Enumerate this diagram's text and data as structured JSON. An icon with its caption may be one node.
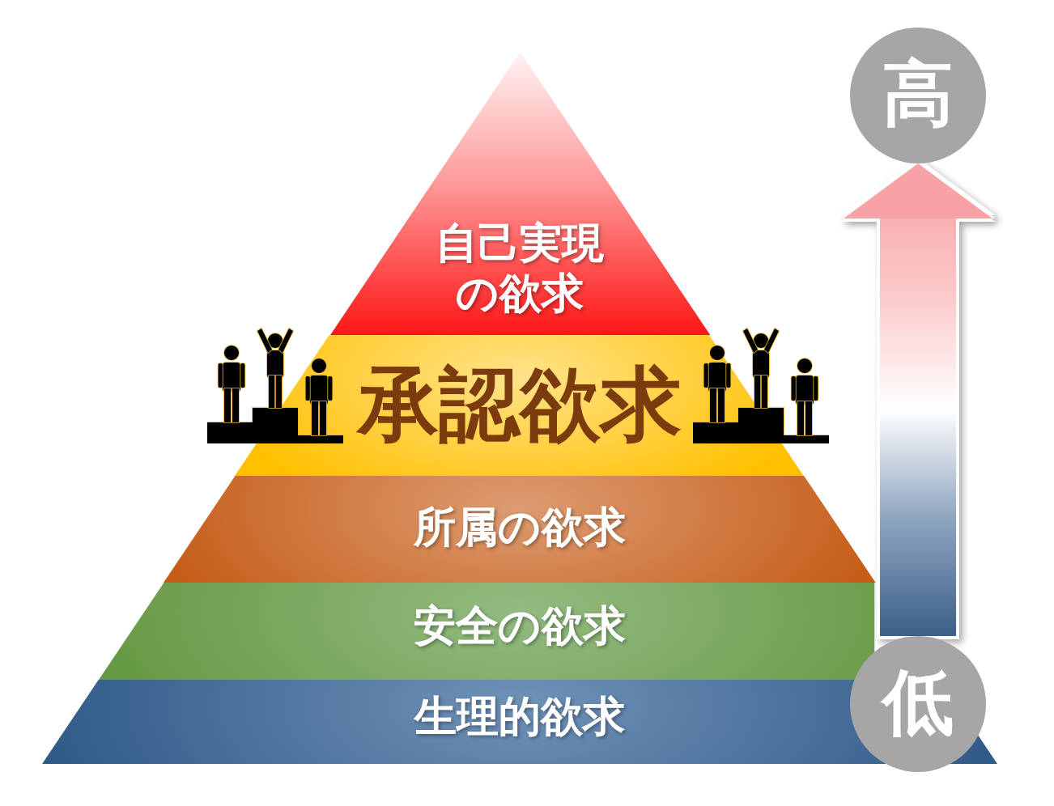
{
  "diagram": {
    "nodes": [
      {
        "text": [
          "自己実現の欲求"
        ]
      },
      {
        "text": [
          "承認欲求"
        ]
      },
      {
        "text": [
          "所属の欲求"
        ]
      },
      {
        "text": [
          "安全の欲求"
        ]
      },
      {
        "text": [
          "生理的欲求"
        ]
      },
      {
        "text": [
          "高"
        ]
      },
      {
        "text": [
          "低"
        ]
      }
    ],
    "edges": [
      {
        "from": 6,
        "to": 5,
        "arrow": "to"
      }
    ]
  }
}
